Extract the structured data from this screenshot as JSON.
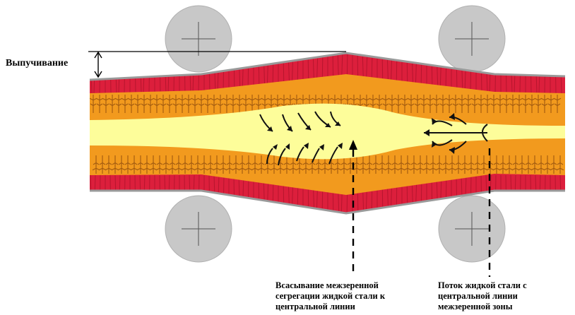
{
  "labels": {
    "bulging": "Выпучивание",
    "suction": [
      "Всасывание межзеренной",
      "сегрегации жидкой стали к",
      "центральной линии"
    ],
    "flow": [
      "Поток жидкой стали с",
      "центральной линии",
      "межзеренной зоны"
    ]
  },
  "colors": {
    "roll": "#c8c8c8",
    "roll_edge": "#b0b0b0",
    "shell_outer": "#dc1f3c",
    "shell_dark": "#9e1026",
    "dendrite": "#f29a1e",
    "dendrite_edge": "#a05a10",
    "liquid_core": "#fdfd9a",
    "surface_line": "#9a9a9a"
  },
  "rolls": [
    {
      "name": "roll-top-left-icon"
    },
    {
      "name": "roll-top-right-icon"
    },
    {
      "name": "roll-bottom-left-icon"
    },
    {
      "name": "roll-bottom-right-icon"
    }
  ]
}
